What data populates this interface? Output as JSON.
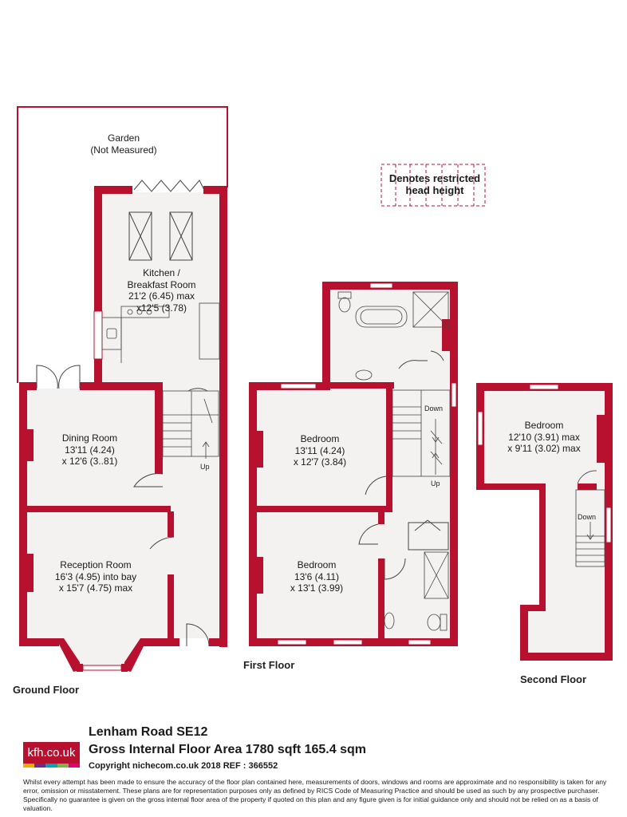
{
  "colors": {
    "wall": "#b8102f",
    "floor": "#f3f2f0",
    "fixture": "#444444",
    "logo_bg": "#b8102f",
    "logo_stripes": [
      "#f2a900",
      "#6a2c91",
      "#00a7b5",
      "#7ab648",
      "#e2007a"
    ]
  },
  "legend": {
    "line1": "Denotes restricted",
    "line2": "head height"
  },
  "ground_floor": {
    "label": "Ground Floor",
    "garden": {
      "name": "Garden",
      "note": "(Not Measured)"
    },
    "kitchen": {
      "name1": "Kitchen /",
      "name2": "Breakfast Room",
      "dim1": "21'2 (6.45) max",
      "dim2": "x12'5 (3.78)"
    },
    "dining": {
      "name": "Dining Room",
      "dim1": "13'11 (4.24)",
      "dim2": "x 12'6 (3..81)"
    },
    "reception": {
      "name": "Reception Room",
      "dim1": "16'3 (4.95) into bay",
      "dim2": "x 15'7 (4.75) max"
    },
    "stair": "Up"
  },
  "first_floor": {
    "label": "First Floor",
    "bedroom_front": {
      "name": "Bedroom",
      "dim1": "13'11 (4.24)",
      "dim2": "x 12'7 (3.84)"
    },
    "bedroom_rear": {
      "name": "Bedroom",
      "dim1": "13'6 (4.11)",
      "dim2": "x 13'1 (3.99)"
    },
    "stair_down": "Down",
    "stair_up": "Up"
  },
  "second_floor": {
    "label": "Second Floor",
    "bedroom": {
      "name": "Bedroom",
      "dim1": "12'10 (3.91) max",
      "dim2": "x 9'11 (3.02) max"
    },
    "stair_down": "Down"
  },
  "footer": {
    "logo": "kfh.co.uk",
    "address": "Lenham Road  SE12",
    "area": "Gross Internal Floor Area 1780 sqft 165.4 sqm",
    "copyright": "Copyright nichecom.co.uk 2018 REF : 366552",
    "disclaimer": "Whilst every attempt has been made to ensure the accuracy of the floor plan contained here, measurements of doors, windows and rooms are approximate and no responsibility is taken for any error, omission or misstatement.  These plans are for representation purposes only as defined by RICS Code of Measuring Practice and should be used as such by any prospective purchaser.  Specifically no guarantee is given on the gross internal floor area of the property if quoted on this plan and any figure given is for initial guidance only and should not be relied on as a basis of valuation."
  }
}
